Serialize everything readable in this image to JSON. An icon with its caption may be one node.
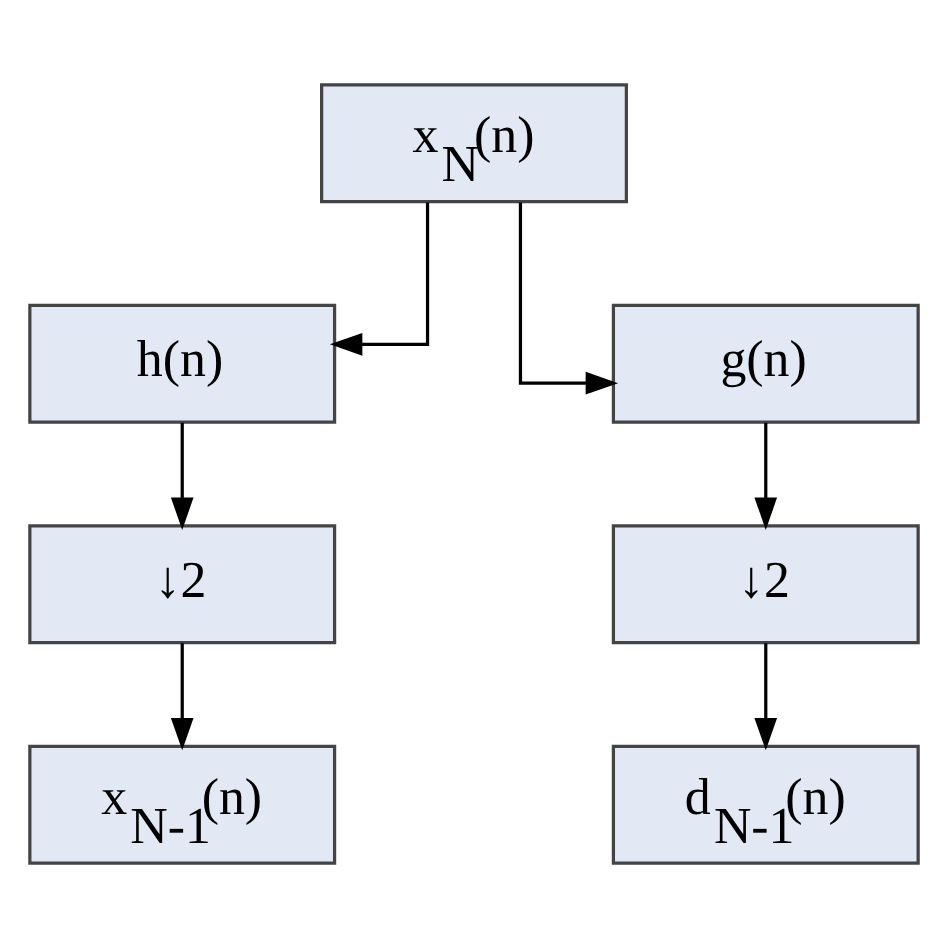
{
  "diagram": {
    "nodes": [
      {
        "text": [
          "x$_{N}$(n)"
        ]
      },
      {
        "text": [
          "h(n)"
        ]
      },
      {
        "text": [
          "g(n)"
        ]
      },
      {
        "text": [
          "↓2"
        ]
      },
      {
        "text": [
          "↓2"
        ]
      },
      {
        "text": [
          "x$_{N-1}$(n)"
        ]
      },
      {
        "text": [
          "d$_{N-1}$(n)"
        ]
      }
    ],
    "edges": [
      {
        "from": 0,
        "to": 1,
        "arrow": "to"
      },
      {
        "from": 0,
        "to": 2,
        "arrow": "to"
      },
      {
        "from": 1,
        "to": 3,
        "arrow": "to"
      },
      {
        "from": 2,
        "to": 4,
        "arrow": "to"
      },
      {
        "from": 3,
        "to": 5,
        "arrow": "to"
      },
      {
        "from": 4,
        "to": 6,
        "arrow": "to"
      }
    ]
  }
}
